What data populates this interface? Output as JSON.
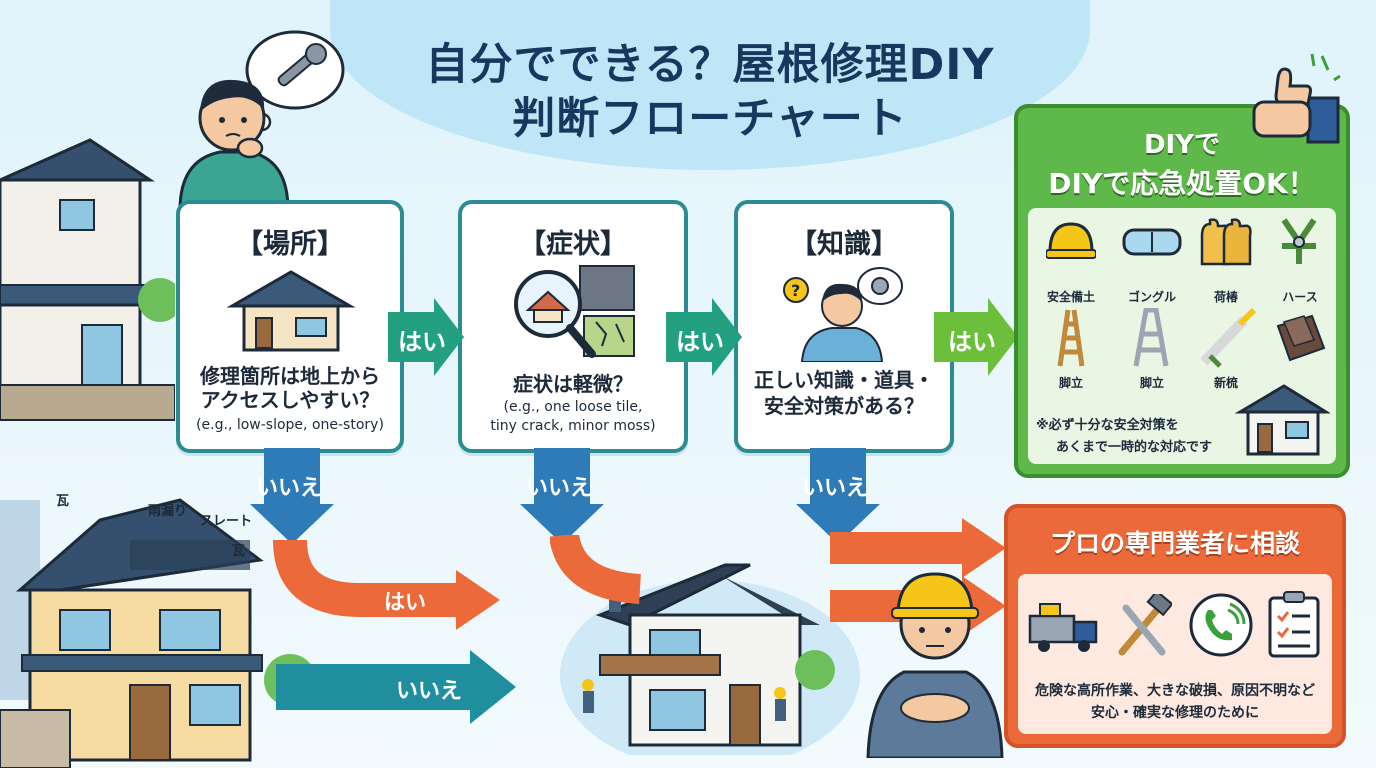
{
  "title": {
    "line1": "自分でできる？屋根修理DIY",
    "line2": "判断フローチャート"
  },
  "cards": [
    {
      "title": "【場所】",
      "question": [
        "修理箇所は地上から",
        "アクセスしやすい？"
      ],
      "example": [
        "(e.g., low-slope, one-story)"
      ]
    },
    {
      "title": "【症状】",
      "question": [
        "症状は軽微？"
      ],
      "example": [
        "(e.g., one loose tile,",
        "tiny crack, minor moss)"
      ]
    },
    {
      "title": "【知識】",
      "question": [
        "正しい知識・道具・",
        "安全対策がある？"
      ],
      "example": []
    }
  ],
  "arrows": {
    "yes": "はい",
    "no": "いいえ"
  },
  "house_labels": {
    "tile_left": "瓦",
    "leak": "雨漏り",
    "slate": "スレート",
    "tile_right": "瓦"
  },
  "diy": {
    "title_line1": "DIYで",
    "title_line2": "DIYで応急処置OK！",
    "tools": [
      "安全備土",
      "ゴングル",
      "荷椿",
      "ハース",
      "脚立",
      "脚立",
      "新梳"
    ],
    "note_line1": "※必ず十分な安全対策を",
    "note_line2": "あくまで一時的な対応です"
  },
  "pro": {
    "title": "プロの専門業者に相談",
    "note_line1": "危険な高所作業、大きな破損、原因不明など",
    "note_line2": "安心・確実な修理のために"
  },
  "colors": {
    "teal": "#2b8c94",
    "yes_green": "#22a07f",
    "no_blue": "#2e7bb8",
    "diy_green": "#5fb84a",
    "pro_orange": "#ec6a3a",
    "title_navy": "#17375e"
  }
}
